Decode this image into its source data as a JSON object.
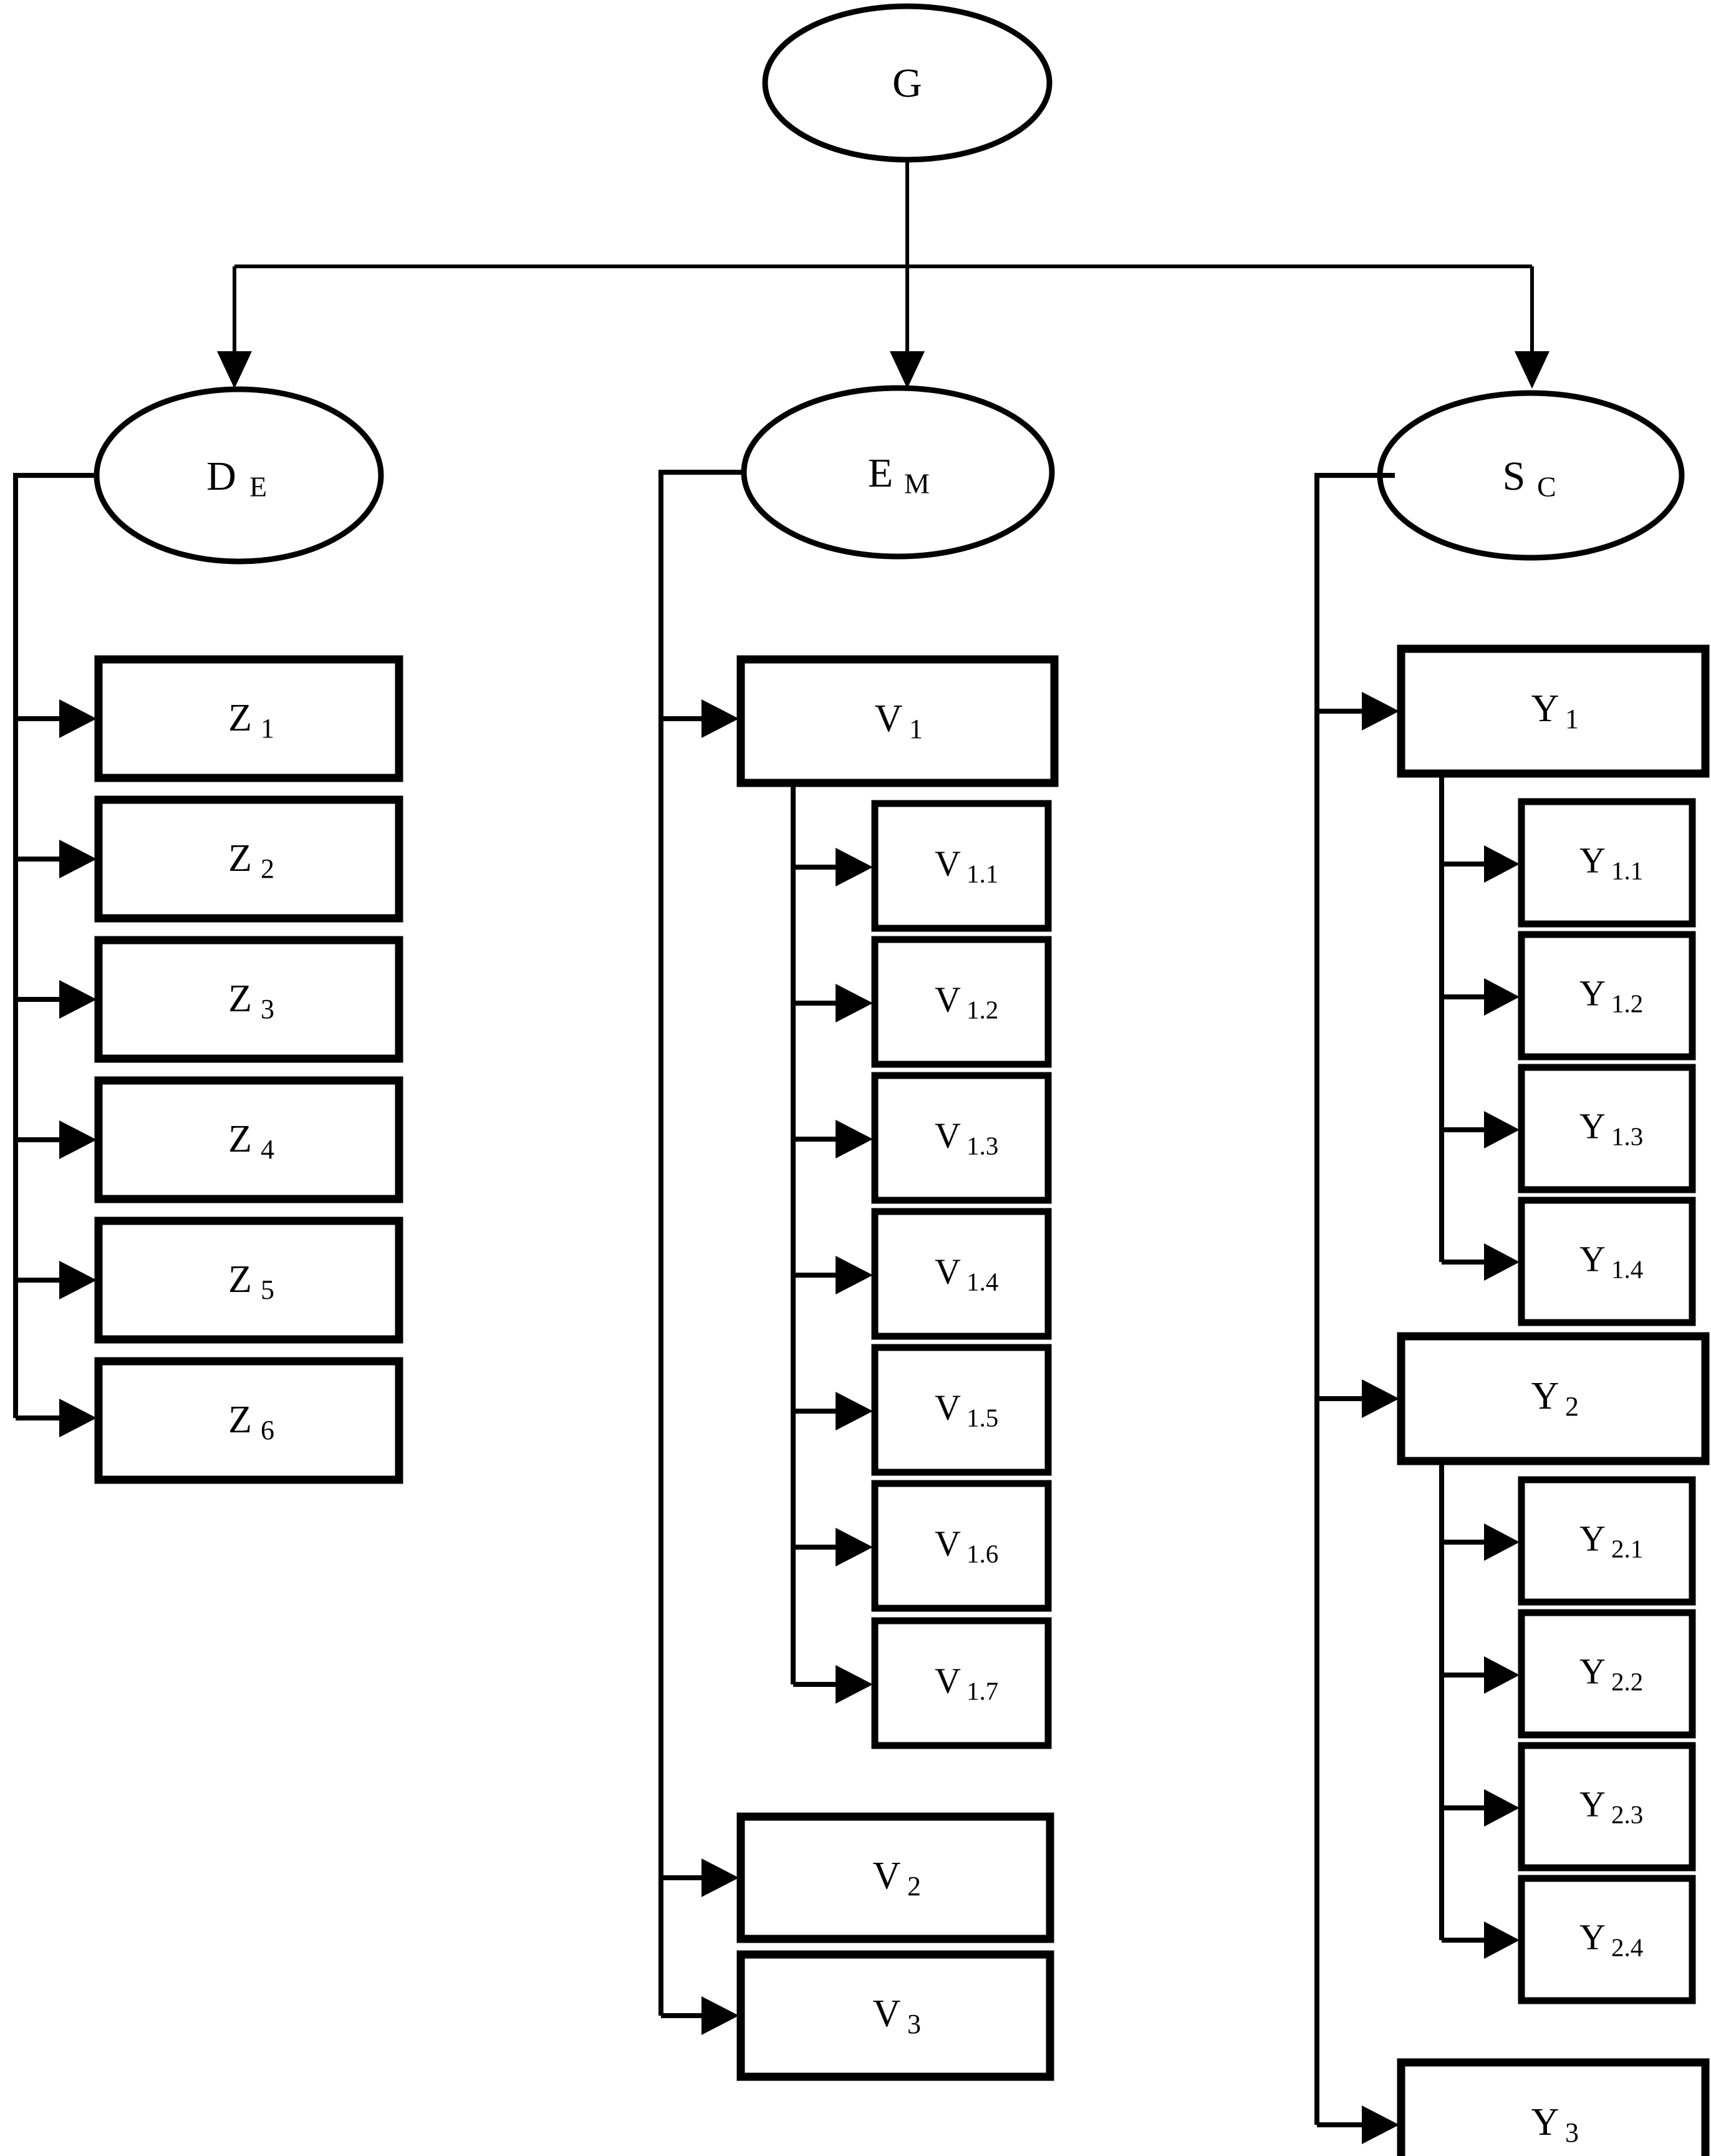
{
  "diagram": {
    "type": "hierarchy-tree",
    "title": "",
    "orientation": "top-down",
    "root": {
      "id": "G",
      "label_main": "G",
      "label_sub": "",
      "shape": "ellipse"
    },
    "branches": [
      {
        "id": "DE",
        "label_main": "D",
        "label_sub": "E",
        "shape": "ellipse",
        "children": [
          {
            "id": "Z1",
            "label_main": "Z",
            "label_sub": "1",
            "shape": "rect",
            "children": []
          },
          {
            "id": "Z2",
            "label_main": "Z",
            "label_sub": "2",
            "shape": "rect",
            "children": []
          },
          {
            "id": "Z3",
            "label_main": "Z",
            "label_sub": "3",
            "shape": "rect",
            "children": []
          },
          {
            "id": "Z4",
            "label_main": "Z",
            "label_sub": "4",
            "shape": "rect",
            "children": []
          },
          {
            "id": "Z5",
            "label_main": "Z",
            "label_sub": "5",
            "shape": "rect",
            "children": []
          },
          {
            "id": "Z6",
            "label_main": "Z",
            "label_sub": "6",
            "shape": "rect",
            "children": []
          }
        ]
      },
      {
        "id": "EM",
        "label_main": "E",
        "label_sub": "M",
        "shape": "ellipse",
        "children": [
          {
            "id": "V1",
            "label_main": "V",
            "label_sub": "1",
            "shape": "rect",
            "children": [
              {
                "id": "V1.1",
                "label_main": "V",
                "label_sub": "1.1",
                "shape": "rect"
              },
              {
                "id": "V1.2",
                "label_main": "V",
                "label_sub": "1.2",
                "shape": "rect"
              },
              {
                "id": "V1.3",
                "label_main": "V",
                "label_sub": "1.3",
                "shape": "rect"
              },
              {
                "id": "V1.4",
                "label_main": "V",
                "label_sub": "1.4",
                "shape": "rect"
              },
              {
                "id": "V1.5",
                "label_main": "V",
                "label_sub": "1.5",
                "shape": "rect"
              },
              {
                "id": "V1.6",
                "label_main": "V",
                "label_sub": "1.6",
                "shape": "rect"
              },
              {
                "id": "V1.7",
                "label_main": "V",
                "label_sub": "1.7",
                "shape": "rect"
              }
            ]
          },
          {
            "id": "V2",
            "label_main": "V",
            "label_sub": "2",
            "shape": "rect",
            "children": []
          },
          {
            "id": "V3",
            "label_main": "V",
            "label_sub": "3",
            "shape": "rect",
            "children": []
          }
        ]
      },
      {
        "id": "SC",
        "label_main": "S",
        "label_sub": "C",
        "shape": "ellipse",
        "children": [
          {
            "id": "Y1",
            "label_main": "Y",
            "label_sub": "1",
            "shape": "rect",
            "children": [
              {
                "id": "Y1.1",
                "label_main": "Y",
                "label_sub": "1.1",
                "shape": "rect"
              },
              {
                "id": "Y1.2",
                "label_main": "Y",
                "label_sub": "1.2",
                "shape": "rect"
              },
              {
                "id": "Y1.3",
                "label_main": "Y",
                "label_sub": "1.3",
                "shape": "rect"
              },
              {
                "id": "Y1.4",
                "label_main": "Y",
                "label_sub": "1.4",
                "shape": "rect"
              }
            ]
          },
          {
            "id": "Y2",
            "label_main": "Y",
            "label_sub": "2",
            "shape": "rect",
            "children": [
              {
                "id": "Y2.1",
                "label_main": "Y",
                "label_sub": "2.1",
                "shape": "rect"
              },
              {
                "id": "Y2.2",
                "label_main": "Y",
                "label_sub": "2.2",
                "shape": "rect"
              },
              {
                "id": "Y2.3",
                "label_main": "Y",
                "label_sub": "2.3",
                "shape": "rect"
              },
              {
                "id": "Y2.4",
                "label_main": "Y",
                "label_sub": "2.4",
                "shape": "rect"
              }
            ]
          },
          {
            "id": "Y3",
            "label_main": "Y",
            "label_sub": "3",
            "shape": "rect",
            "children": []
          }
        ]
      }
    ],
    "colors": {
      "stroke": "#000000",
      "fill": "#ffffff",
      "background": "#ffffff"
    }
  }
}
